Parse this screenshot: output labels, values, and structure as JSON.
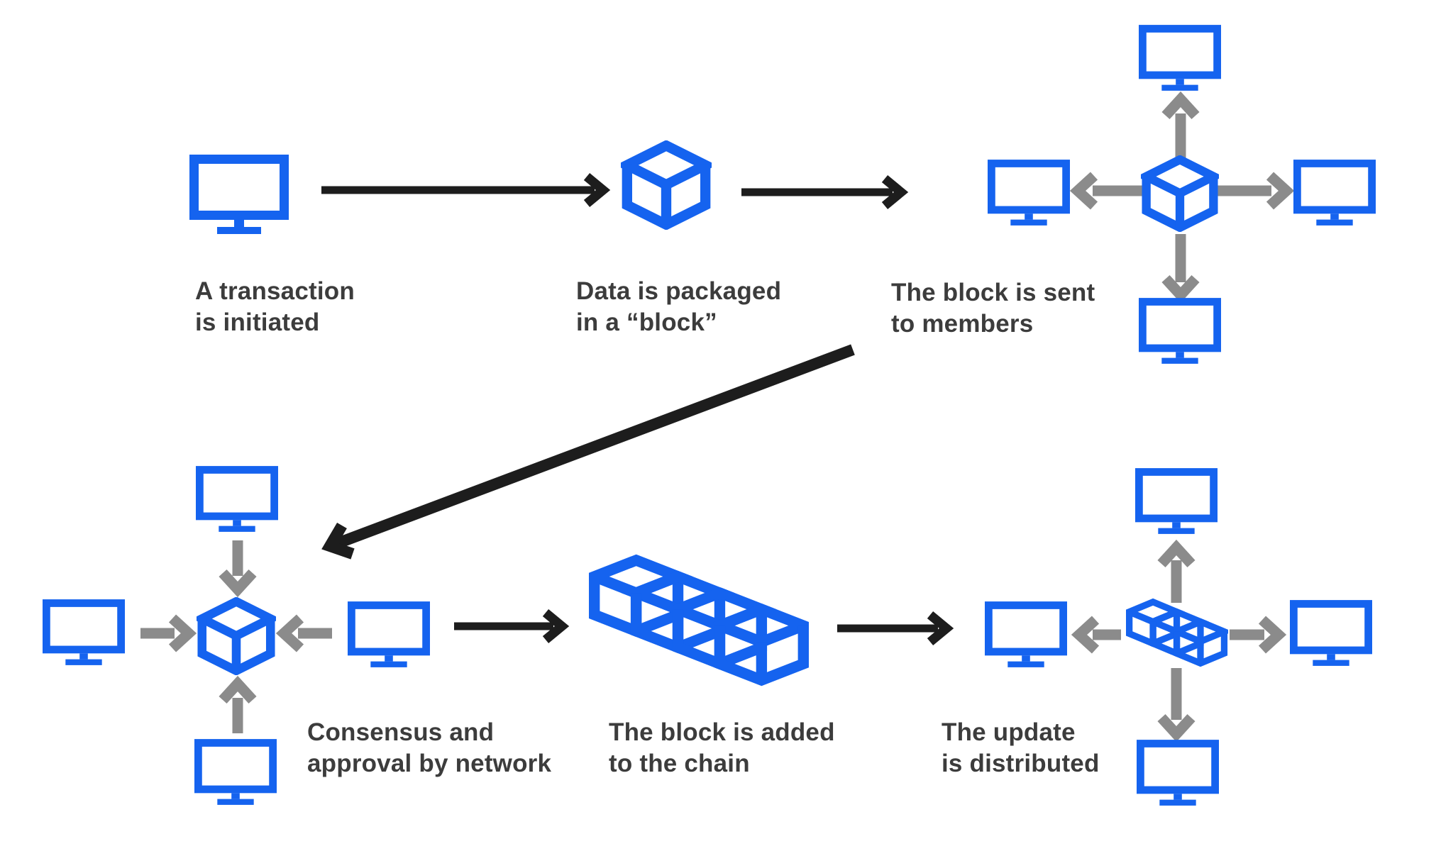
{
  "diagram": {
    "background": "#FFFFFF",
    "colors": {
      "icon_blue": "#1563EF",
      "arrow_black": "#1D1D1D",
      "arrow_gray": "#8B8B8B",
      "label_text": "#3C3C3C"
    },
    "steps": [
      {
        "label_line1": "A transaction",
        "label_line2": "is initiated",
        "icon": "computer-monitor"
      },
      {
        "label_line1": "Data is packaged",
        "label_line2": "in a “block”",
        "icon": "block-cube"
      },
      {
        "label_line1": "The block is sent",
        "label_line2": "to members",
        "icon": "block-broadcast-to-network"
      },
      {
        "label_line1": "Consensus and",
        "label_line2": "approval by network",
        "icon": "network-consensus-on-block"
      },
      {
        "label_line1": "The block is added",
        "label_line2": "to the chain",
        "icon": "blockchain"
      },
      {
        "label_line1": "The update",
        "label_line2": "is distributed",
        "icon": "chain-distributed-to-network"
      }
    ]
  }
}
